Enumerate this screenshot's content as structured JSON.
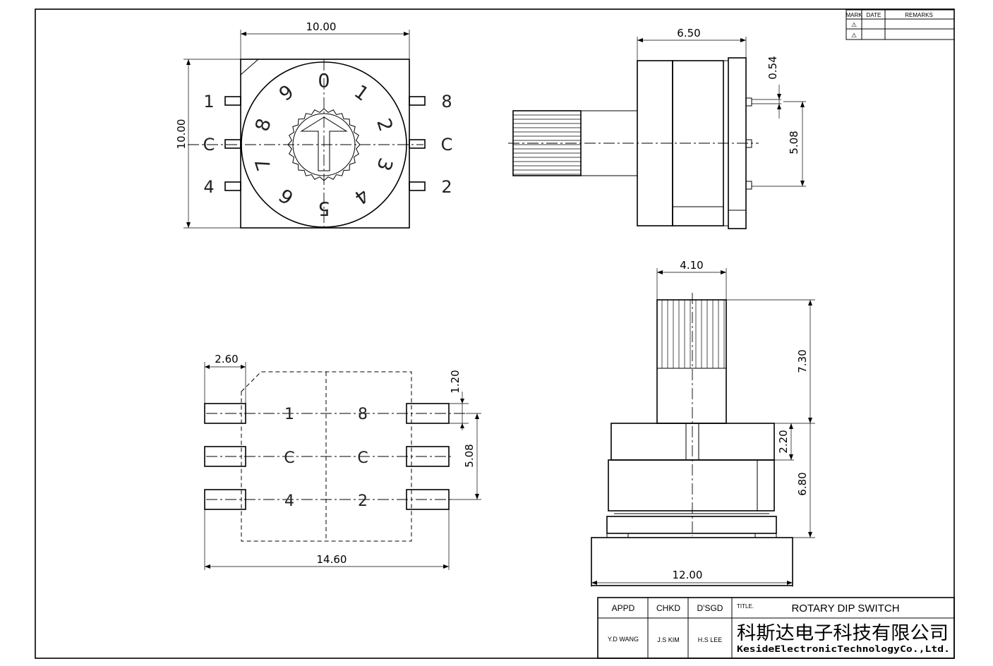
{
  "revision_table": {
    "headers": [
      "MARK",
      "DATE",
      "REMARKS"
    ],
    "marks": [
      "⚠",
      "⚠"
    ]
  },
  "top_view": {
    "dim_width": "10.00",
    "dim_height": "10.00",
    "pins_left": [
      "1",
      "C",
      "4"
    ],
    "pins_right": [
      "8",
      "C",
      "2"
    ],
    "dial_numbers": [
      "0",
      "1",
      "2",
      "3",
      "4",
      "5",
      "6",
      "7",
      "8",
      "9"
    ]
  },
  "side_view": {
    "dim_body": "6.50",
    "dim_pin_thickness": "0.54",
    "dim_pitch": "5.08"
  },
  "bottom_view": {
    "dim_pad_width": "2.60",
    "dim_pad_height": "1.20",
    "dim_pitch": "5.08",
    "dim_total": "14.60",
    "left_labels": [
      "1",
      "C",
      "4"
    ],
    "right_labels": [
      "8",
      "C",
      "2"
    ]
  },
  "front_view": {
    "dim_shaft_width": "4.10",
    "dim_shaft_height": "7.30",
    "dim_collar": "2.20",
    "dim_body_height": "6.80",
    "dim_base_width": "12.00"
  },
  "title_block": {
    "appd_label": "APPD",
    "chkd_label": "CHKD",
    "dsgd_label": "D'SGD",
    "title_label": "TITLE.",
    "title": "ROTARY DIP SWITCH",
    "appd_name": "Y.D WANG",
    "chkd_name": "J.S KIM",
    "dsgd_name": "H.S LEE",
    "company_cn": "科斯达电子科技有限公司",
    "company_en": "KesideElectronicTechnologyCo.,Ltd."
  }
}
